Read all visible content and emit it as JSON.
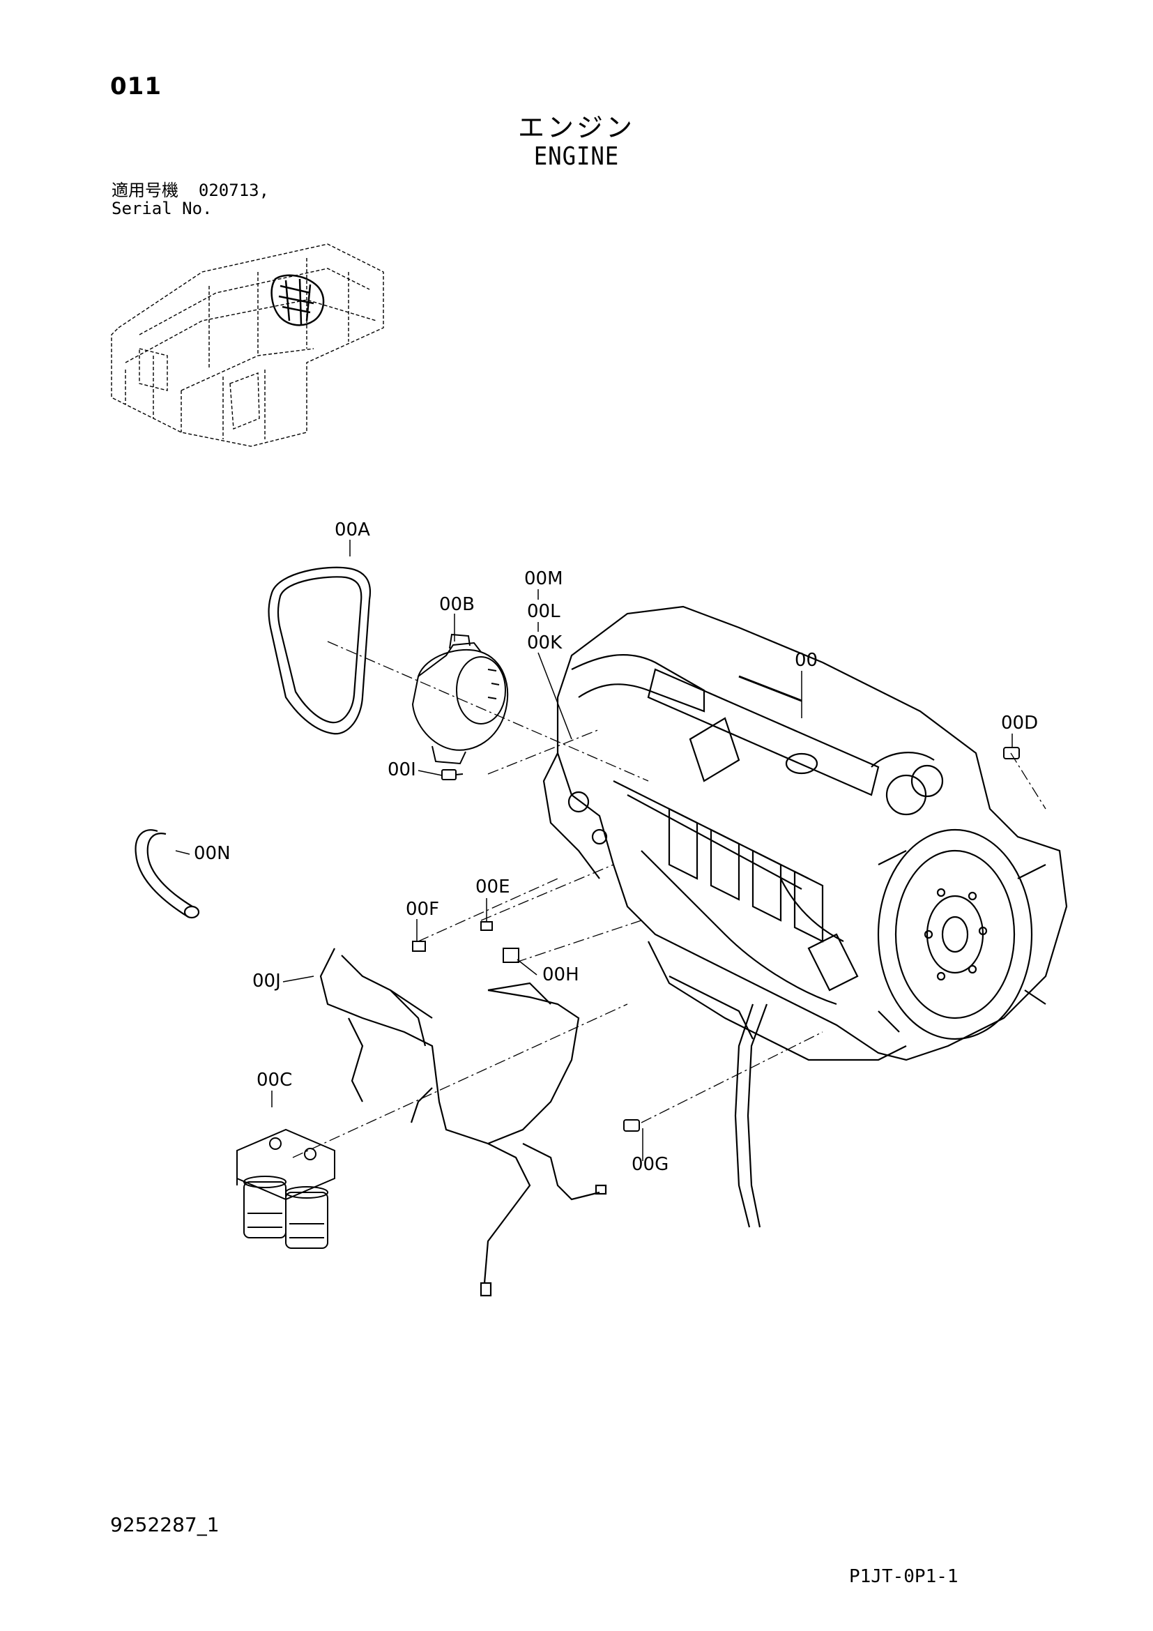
{
  "header": {
    "page_number": "011",
    "title_jp": "エンジン",
    "title_en": "ENGINE",
    "serial_label_jp": "適用号機",
    "serial_value": "020713,",
    "serial_label_en": "Serial No."
  },
  "callouts": {
    "belt": "00A",
    "alternator": "00B",
    "m": "00M",
    "l": "00L",
    "k": "00K",
    "engine": "00",
    "d": "00D",
    "i": "00I",
    "hose": "00N",
    "e": "00E",
    "f": "00F",
    "harness": "00J",
    "h": "00H",
    "filter": "00C",
    "g": "00G"
  },
  "footer": {
    "doc_id": "9252287_1",
    "sheet_code": "P1JT-0P1-1"
  }
}
